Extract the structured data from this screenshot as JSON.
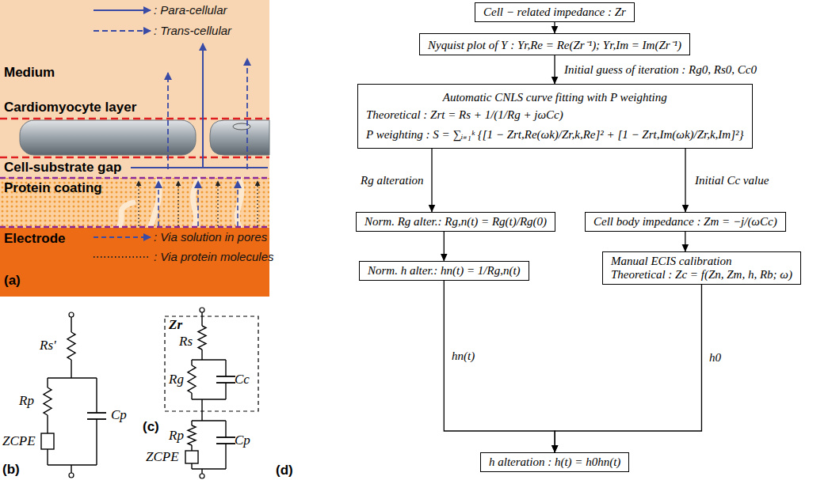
{
  "diagram": {
    "nodes": [
      {
        "text": [
          "Cell − related impedance : Zr"
        ]
      },
      {
        "text": [
          "Nyquist plot of Y : Yr,Re = Re(Zr⁻¹); Yr,Im = Im(Zr⁻¹)"
        ]
      },
      {
        "text": [
          "Automatic CNLS curve fitting with P weighting",
          "Theoretical : Zrt = Rs + 1/(1/Rg + jωCc)",
          "P weighting : S = ∑ᵢ₌₁ᵏ {[1 − Zrt,Re(ωk)/Zr,k,Re]² + [1 − Zrt,Im(ωk)/Zr,k,Im]²}"
        ]
      },
      {
        "text": [
          "Norm. Rg alter.: Rg,n(t) = Rg(t)/Rg(0)"
        ]
      },
      {
        "text": [
          "Cell body impedance : Zm = −j/(ωCc)"
        ]
      },
      {
        "text": [
          "Norm. h alter.: hn(t) = 1/Rg,n(t)"
        ]
      },
      {
        "text": [
          "Manual ECIS calibration",
          "Theoretical : Zc = f(Zn, Zm, h, Rb; ω)"
        ]
      },
      {
        "text": [
          "h alteration : h(t) = h0hn(t)"
        ]
      }
    ],
    "edges": [
      {
        "from": 0,
        "to": 1,
        "arrow": "to"
      },
      {
        "from": 1,
        "to": 2,
        "arrow": "to",
        "label": "Initial guess of iteration : Rg0, Rs0, Cc0"
      },
      {
        "from": 2,
        "to": 3,
        "arrow": "to",
        "label": "Rg alteration"
      },
      {
        "from": 2,
        "to": 4,
        "arrow": "to",
        "label": "Initial Cc value"
      },
      {
        "from": 3,
        "to": 5,
        "arrow": "to"
      },
      {
        "from": 4,
        "to": 6,
        "arrow": "to"
      },
      {
        "from": 5,
        "to": 7,
        "arrow": "to",
        "label": "hn(t)"
      },
      {
        "from": 6,
        "to": 7,
        "arrow": "to",
        "label": "h0"
      }
    ],
    "labels": [
      "Medium",
      "Cardiomyocyte layer",
      "Cell-substrate gap",
      "Protein coating",
      "Electrode",
      "(a)",
      "Rs'",
      "Rp",
      "ZCPE",
      "Cp",
      "(b)",
      "Zr",
      "Rs",
      "Rg",
      "Cc",
      "Rp",
      "ZCPE",
      "Cp",
      "(c)",
      "(d)"
    ],
    "legend": [
      {
        "text": ": Para-cellular"
      },
      {
        "text": ": Trans-cellular"
      },
      {
        "text": ": Via solution in pores"
      },
      {
        "text": ": Via protein molecules"
      }
    ]
  }
}
